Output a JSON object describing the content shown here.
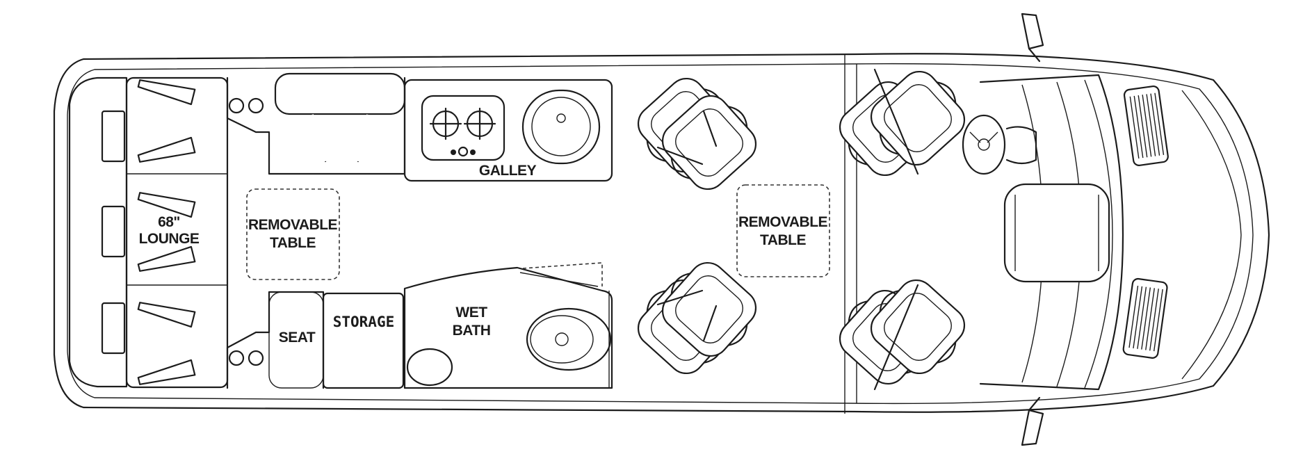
{
  "labels": {
    "galley": "GALLEY",
    "lounge_size": "68\"",
    "lounge": "LOUNGE",
    "table_rear_line1": "REMOVABLE",
    "table_rear_line2": "TABLE",
    "table_front_line1": "REMOVABLE",
    "table_front_line2": "TABLE",
    "seat": "SEAT",
    "storage": "STORAGE",
    "wet_bath_line1": "WET",
    "wet_bath_line2": "BATH"
  }
}
